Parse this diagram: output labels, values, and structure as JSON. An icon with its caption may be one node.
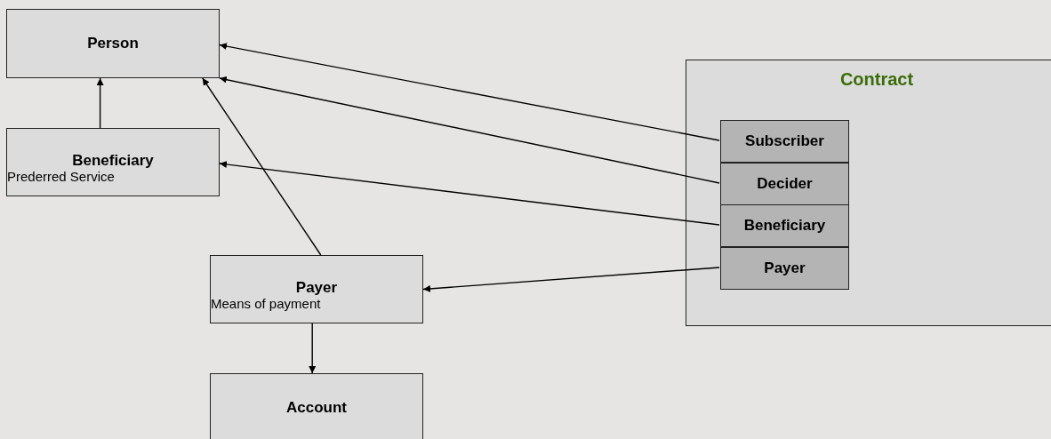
{
  "diagram": {
    "nodes": [
      {
        "text": [
          "Person"
        ]
      },
      {
        "text": [
          "Beneficiary",
          "Prederred Service"
        ]
      },
      {
        "text": [
          "Payer",
          "Means of payment"
        ]
      },
      {
        "text": [
          "Account"
        ]
      },
      {
        "text": [
          "Contract"
        ]
      },
      {
        "text": [
          "Subscriber"
        ],
        "in": 4
      },
      {
        "text": [
          "Decider"
        ],
        "in": 4
      },
      {
        "text": [
          "Beneficiary"
        ],
        "in": 4
      },
      {
        "text": [
          "Payer"
        ],
        "in": 4
      }
    ],
    "edges": [
      {
        "from": 1,
        "to": 0,
        "arrow": "to"
      },
      {
        "from": 2,
        "to": 0,
        "arrow": "to"
      },
      {
        "from": 5,
        "to": 0,
        "arrow": "to"
      },
      {
        "from": 6,
        "to": 0,
        "arrow": "to"
      },
      {
        "from": 7,
        "to": 1,
        "arrow": "to"
      },
      {
        "from": 8,
        "to": 2,
        "arrow": "to"
      },
      {
        "from": 2,
        "to": 3,
        "arrow": "to"
      }
    ]
  }
}
